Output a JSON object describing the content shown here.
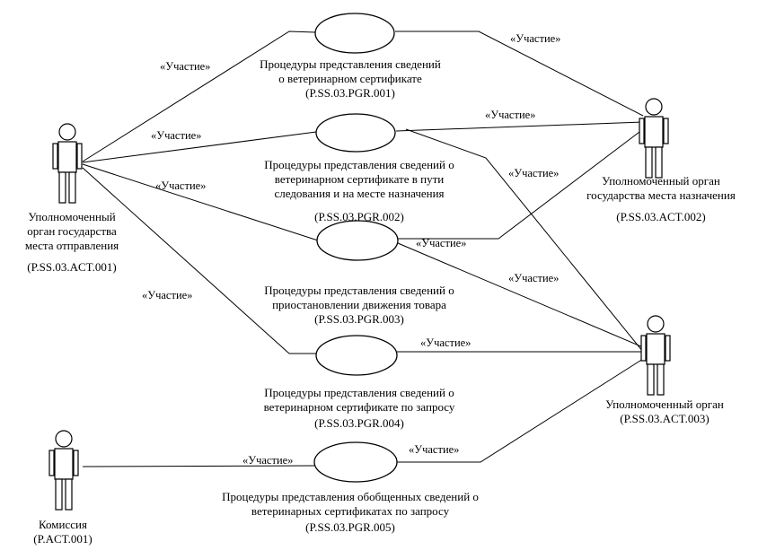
{
  "edge_label": "«Участие»",
  "actors": [
    {
      "id": "act001",
      "name": "Уполномоченный\nорган государства\nместа отправления",
      "code": "(P.SS.03.ACT.001)"
    },
    {
      "id": "act002",
      "name": "Уполномоченный орган\nгосударства места назначения",
      "code": "(P.SS.03.ACT.002)"
    },
    {
      "id": "act003",
      "name": "Уполномоченный орган",
      "code": "(P.SS.03.ACT.003)"
    },
    {
      "id": "com",
      "name": "Комиссия",
      "code": "(P.ACT.001)"
    }
  ],
  "use_cases": [
    {
      "id": "pgr001",
      "name": "Процедуры представления сведений\nо ветеринарном сертификате",
      "code": "(P.SS.03.PGR.001)"
    },
    {
      "id": "pgr002",
      "name": "Процедуры представления сведений о\nветеринарном сертификате в пути\nследования и на месте назначения",
      "code": "(P.SS.03.PGR.002)"
    },
    {
      "id": "pgr003",
      "name": "Процедуры представления сведений о\nприостановлении движения товара",
      "code": "(P.SS.03.PGR.003)"
    },
    {
      "id": "pgr004",
      "name": "Процедуры представления сведений о\nветеринарном сертификате по запросу",
      "code": "(P.SS.03.PGR.004)"
    },
    {
      "id": "pgr005",
      "name": "Процедуры представления обобщенных сведений о\nветеринарных сертификатах по запросу",
      "code": "(P.SS.03.PGR.005)"
    }
  ],
  "associations": [
    {
      "from": "act001",
      "to": "pgr001",
      "label": "«Участие»"
    },
    {
      "from": "act001",
      "to": "pgr002",
      "label": "«Участие»"
    },
    {
      "from": "act001",
      "to": "pgr003",
      "label": "«Участие»"
    },
    {
      "from": "act001",
      "to": "pgr004",
      "label": "«Участие»"
    },
    {
      "from": "pgr001",
      "to": "act002",
      "label": "«Участие»"
    },
    {
      "from": "pgr002",
      "to": "act002",
      "label": "«Участие»"
    },
    {
      "from": "pgr002",
      "to": "act003",
      "label": "«Участие»"
    },
    {
      "from": "pgr003",
      "to": "act002",
      "label": "«Участие»"
    },
    {
      "from": "pgr003",
      "to": "act003",
      "label": "«Участие»"
    },
    {
      "from": "pgr004",
      "to": "act003",
      "label": "«Участие»"
    },
    {
      "from": "com",
      "to": "pgr005",
      "label": "«Участие»"
    },
    {
      "from": "pgr005",
      "to": "act003",
      "label": "«Участие»"
    }
  ]
}
